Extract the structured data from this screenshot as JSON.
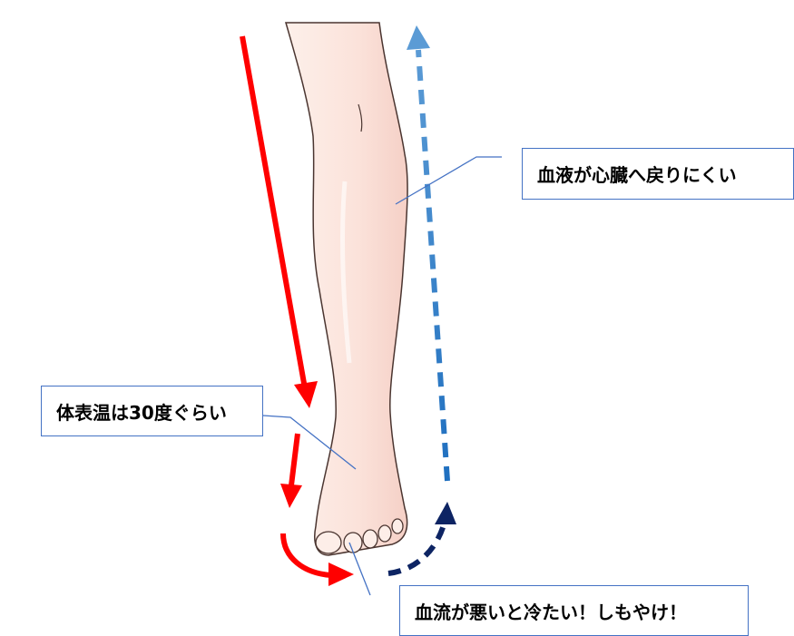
{
  "callouts": {
    "heart_return": "血液が心臓へ戻りにくい",
    "surface_temp": "体表温は30度ぐらい",
    "poor_circulation": "血流が悪いと冷たい！しもやけ！"
  },
  "colors": {
    "arterial_arrow": "#ff0000",
    "venous_arrow_dark": "#0d2463",
    "venous_arrow_mid": "#1f6fbf",
    "venous_arrow_light": "#5b9bd5",
    "callout_border": "#4472c4",
    "skin": "#fbe4dc",
    "outline": "#4a3530"
  }
}
